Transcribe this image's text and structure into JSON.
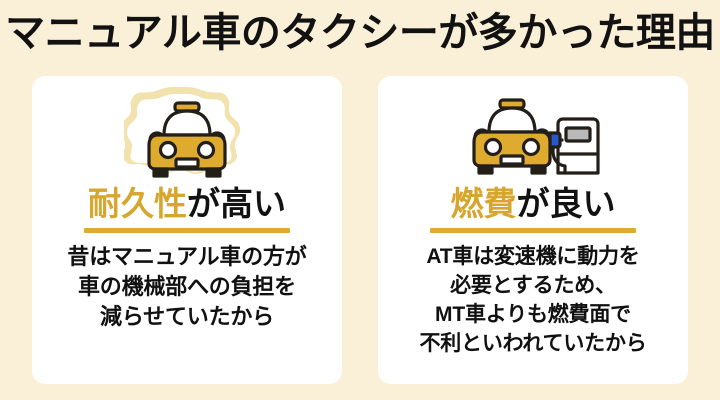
{
  "page": {
    "title": "マニュアル車のタクシーが多かった理由",
    "background_color": "#faefd7",
    "card_background_color": "#ffffff",
    "accent_color": "#d7a62e",
    "text_color": "#121212"
  },
  "cards": [
    {
      "icon_name": "taxi-front-glow-icon",
      "heading_accent": "耐久性",
      "heading_rest": "が高い",
      "body_lines": [
        "昔はマニュアル車の方が",
        "車の機械部への負担を",
        "減らせていたから"
      ]
    },
    {
      "icon_name": "taxi-fuel-pump-icon",
      "heading_accent": "燃費",
      "heading_rest": "が良い",
      "body_lines": [
        "AT車は変速機に動力を",
        "必要とするため、",
        "MT車よりも燃費面で",
        "不利といわれていたから"
      ]
    }
  ]
}
